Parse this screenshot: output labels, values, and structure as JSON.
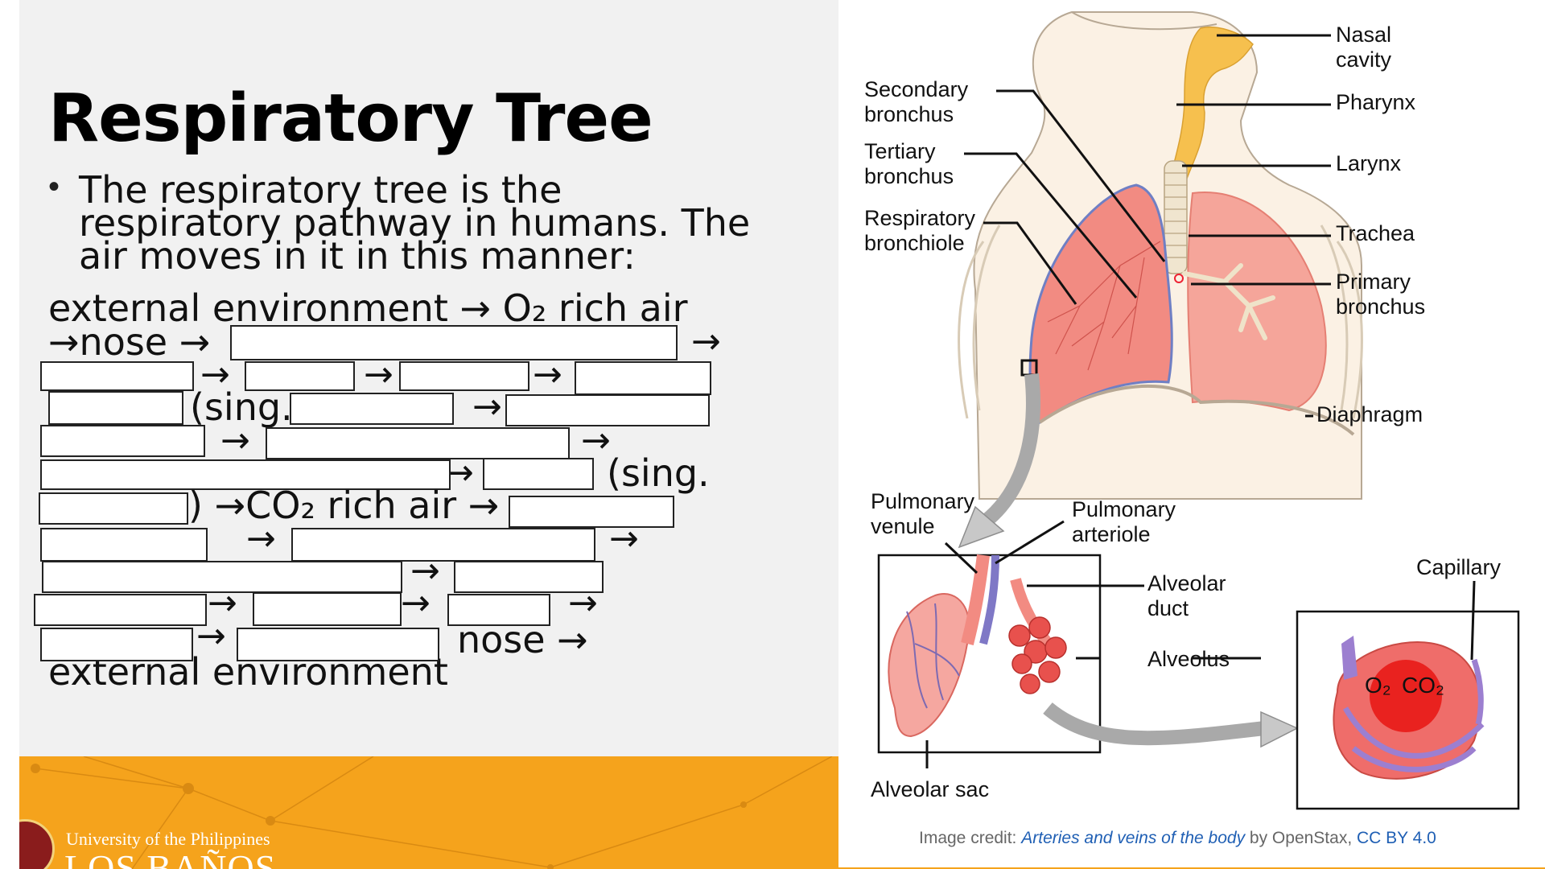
{
  "slide": {
    "title": "Respiratory Tree",
    "bullet": "The respiratory tree is the respiratory pathway in humans. The air moves in it in this manner:",
    "sequence": {
      "seg1": "external environment → O₂ rich air",
      "seg2": "→nose →",
      "seg3": "(sing.",
      "seg4": "(sing.",
      "seg5": ") →CO₂ rich air →",
      "seg6": "nose →",
      "seg7": "external environment",
      "arrow": "→"
    }
  },
  "footer": {
    "university_line": "University of the Philippines",
    "university_name": "LOS BAÑOS",
    "brand_color": "#f5a31c"
  },
  "figure": {
    "labels": {
      "nasal_cavity": "Nasal\ncavity",
      "pharynx": "Pharynx",
      "larynx": "Larynx",
      "trachea": "Trachea",
      "primary_bronchus": "Primary\nbronchus",
      "diaphragm": "Diaphragm",
      "secondary_bronchus": "Secondary\nbronchus",
      "tertiary_bronchus": "Tertiary\nbronchus",
      "respiratory_bronchiole": "Respiratory\nbronchiole",
      "pulmonary_venule": "Pulmonary\nvenule",
      "pulmonary_arteriole": "Pulmonary\narteriole",
      "alveolar_duct": "Alveolar\nduct",
      "alveolus": "Alveolus",
      "alveolar_sac": "Alveolar sac",
      "capillary": "Capillary",
      "o2": "O₂",
      "co2": "CO₂"
    },
    "credit": {
      "prefix": "Image credit: ",
      "work": "Arteries and veins of the body",
      "by": " by OpenStax, ",
      "license": "CC BY 4.0"
    }
  }
}
